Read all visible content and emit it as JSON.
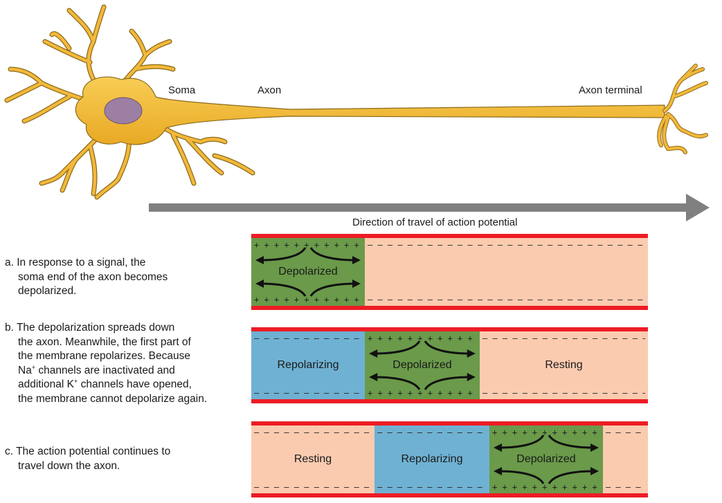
{
  "neuron": {
    "labels": {
      "soma": "Soma",
      "axon": "Axon",
      "axon_terminal": "Axon terminal"
    },
    "colors": {
      "cell_body": "#f3b83a",
      "cell_outline": "#8a6a1a",
      "nucleus": "#9c7fa3"
    }
  },
  "direction_arrow": {
    "label": "Direction of travel of action potential",
    "color": "#808080"
  },
  "colors": {
    "membrane": "#ed1c24",
    "resting": "#fbcbb0",
    "repolarizing": "#6fb1d2",
    "depolarized": "#6a9a4a"
  },
  "charges": {
    "positive": "+ + + + + + + + + + + + + + + + + + + + + + + + + + + + + + + + + + +",
    "negative": "– – – – – – – – – – – – – – – – – – – – – – – – – – – – – – – – – – – – – – – – –"
  },
  "steps": [
    {
      "id": "a",
      "caption_lines": [
        "a. In response to a signal, the",
        "soma end of the axon becomes",
        "depolarized."
      ],
      "segments": [
        {
          "state": "depolarized",
          "name": "Depolarized"
        },
        {
          "state": "resting",
          "name": ""
        }
      ]
    },
    {
      "id": "b",
      "caption_lines": [
        "b. The depolarization spreads down",
        "the axon. Meanwhile, the first part of",
        "the membrane repolarizes. Because",
        "channels are inactivated and",
        "channels have opened,",
        "the membrane cannot depolarize again."
      ],
      "ion_na": "Na",
      "ion_k_prefix": "additional K",
      "ion_charge": "+",
      "segments": [
        {
          "state": "repolarizing",
          "name": "Repolarizing"
        },
        {
          "state": "depolarized",
          "name": "Depolarized"
        },
        {
          "state": "resting",
          "name": "Resting"
        }
      ]
    },
    {
      "id": "c",
      "caption_lines": [
        "c. The action potential continues to",
        "travel down the axon."
      ],
      "segments": [
        {
          "state": "resting",
          "name": "Resting"
        },
        {
          "state": "repolarizing",
          "name": "Repolarizing"
        },
        {
          "state": "depolarized",
          "name": "Depolarized"
        },
        {
          "state": "resting",
          "name": ""
        }
      ]
    }
  ]
}
